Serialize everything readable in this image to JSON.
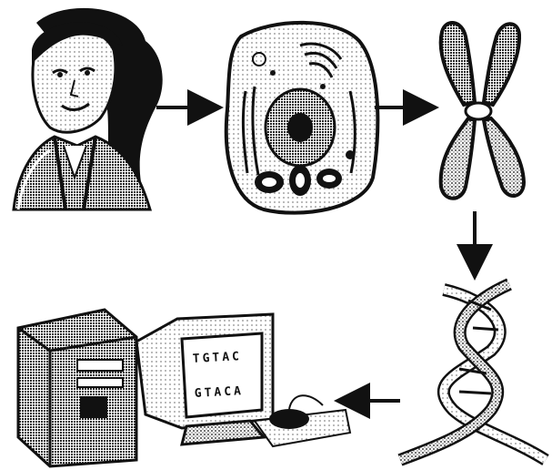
{
  "diagram": {
    "stages": [
      {
        "name": "person",
        "icon": "woman-portrait-icon"
      },
      {
        "name": "cell",
        "icon": "cell-icon"
      },
      {
        "name": "chromosome",
        "icon": "chromosome-icon"
      },
      {
        "name": "dna",
        "icon": "dna-double-helix-icon"
      },
      {
        "name": "computer",
        "icon": "desktop-computer-icon"
      }
    ],
    "computer_screen_lines": [
      "TGTAC",
      "GTACA"
    ],
    "colors": {
      "ink": "#111111",
      "background": "#ffffff"
    }
  }
}
